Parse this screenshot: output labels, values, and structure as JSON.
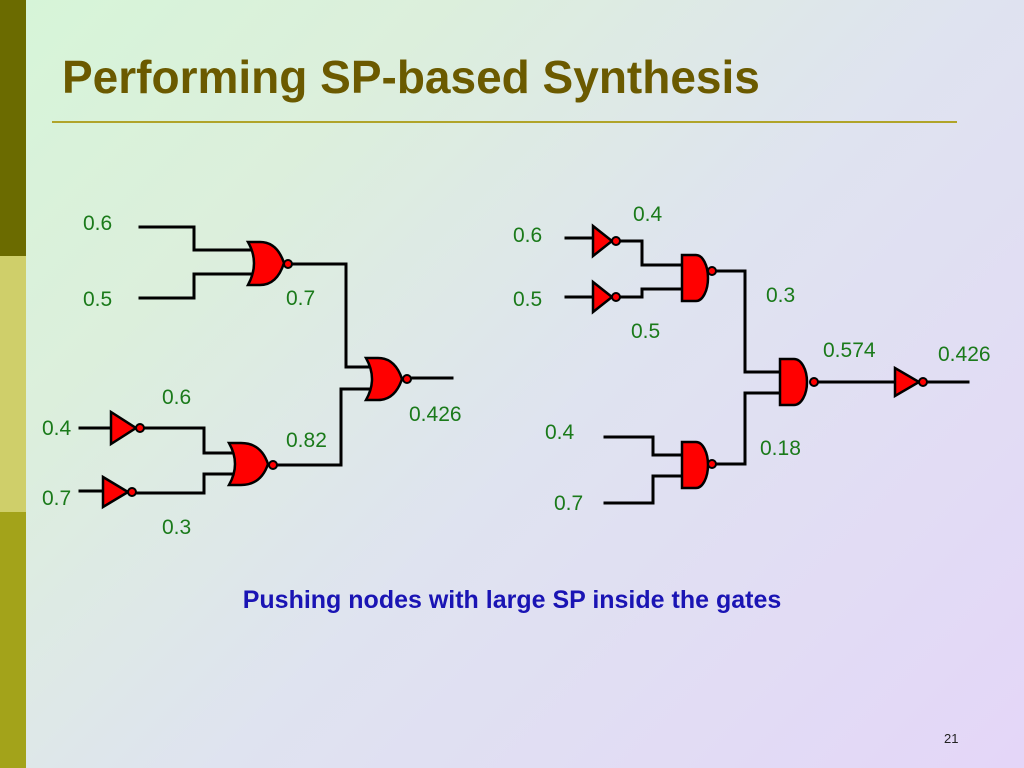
{
  "slide": {
    "title": "Performing SP-based Synthesis",
    "caption": "Pushing nodes with large SP inside the gates",
    "page_number": "21"
  },
  "colors": {
    "title": "#6b5a00",
    "gate_fill": "#ff0000",
    "label": "#1a7a1a",
    "caption": "#1a14b4",
    "accent_bar_dark": "#6b6b00",
    "accent_bar_light": "#cfcf6a",
    "accent_bar_mid": "#a3a31a"
  },
  "left_circuit": {
    "in_a": "0.6",
    "in_b": "0.5",
    "nor_top_out": "0.7",
    "in_c": "0.4",
    "in_d": "0.7",
    "inv_c_out": "0.6",
    "inv_d_out": "0.3",
    "nor_bottom_out": "0.82",
    "output": "0.426"
  },
  "right_circuit": {
    "in_a": "0.6",
    "in_b": "0.5",
    "inv_a_out": "0.4",
    "inv_b_out": "0.5",
    "nand_top_out": "0.3",
    "in_c": "0.4",
    "in_d": "0.7",
    "nand_bottom_out": "0.18",
    "nand_final_out": "0.574",
    "output": "0.426"
  }
}
